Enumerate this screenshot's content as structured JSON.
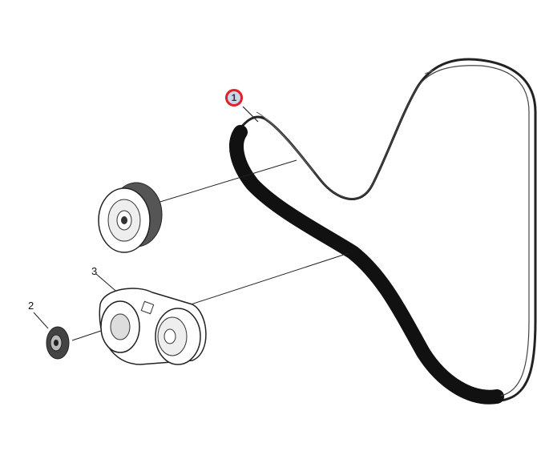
{
  "diagram": {
    "callouts": [
      {
        "id": "1",
        "part": "belt",
        "highlighted": true
      },
      {
        "id": "2",
        "part": "tensioner-cap"
      },
      {
        "id": "3",
        "part": "belt-tensioner"
      }
    ],
    "colors": {
      "highlight": "#e0202a",
      "belt": "#111111"
    }
  }
}
